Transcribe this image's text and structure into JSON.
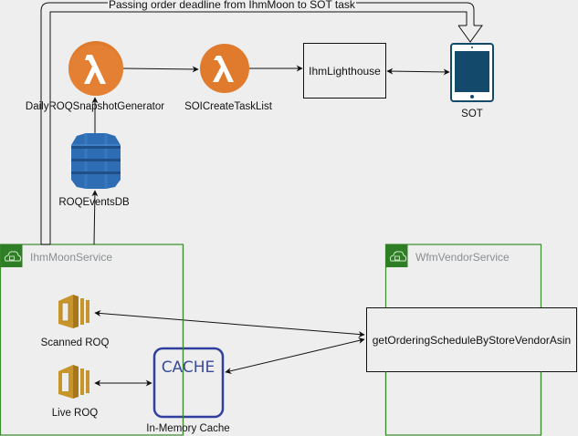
{
  "diagram": {
    "banner_label": "Passing order deadline from IhmMoon to SOT task",
    "colors": {
      "background": "#eeeeee",
      "lambda": "#e07b2e",
      "dynamodb": "#2e6db3",
      "ec2": "#c8952a",
      "cache": "#303f9f",
      "tablet": "#134a6b",
      "group_border": "#3c8c2e",
      "group_header": "#2f7d25"
    },
    "nodes": {
      "daily_snapshot": {
        "label": "DailyROQSnapshotGenerator",
        "icon": "lambda-icon"
      },
      "soi_create": {
        "label": "SOICreateTaskList",
        "icon": "lambda-icon"
      },
      "lighthouse": {
        "label": "IhmLighthouse"
      },
      "sot": {
        "label": "SOT",
        "icon": "tablet-icon"
      },
      "events_db": {
        "label": "ROQEventsDB",
        "icon": "dynamodb-icon"
      },
      "scanned_roq": {
        "label": "Scanned ROQ",
        "icon": "ec2-icon"
      },
      "live_roq": {
        "label": "Live ROQ",
        "icon": "ec2-icon"
      },
      "cache": {
        "label": "In-Memory Cache",
        "icon_text": "CACHE"
      },
      "schedule_api": {
        "label": "getOrderingScheduleByStoreVendorAsin"
      }
    },
    "groups": {
      "ihm_moon": {
        "title": "IhmMoonService",
        "icon": "cloud-lock-icon"
      },
      "wfm_vendor": {
        "title": "WfmVendorService",
        "icon": "cloud-lock-icon"
      }
    },
    "edges": [
      {
        "from": "daily_snapshot",
        "to": "soi_create",
        "direction": "forward"
      },
      {
        "from": "soi_create",
        "to": "lighthouse",
        "direction": "forward"
      },
      {
        "from": "lighthouse",
        "to": "sot",
        "direction": "both"
      },
      {
        "from": "events_db",
        "to": "daily_snapshot",
        "direction": "forward"
      },
      {
        "from": "ihm_moon",
        "to": "events_db",
        "direction": "forward"
      },
      {
        "from": "scanned_roq",
        "to": "schedule_api",
        "direction": "both"
      },
      {
        "from": "live_roq",
        "to": "cache",
        "direction": "both"
      },
      {
        "from": "cache",
        "to": "schedule_api",
        "direction": "both"
      },
      {
        "from": "ihm_moon",
        "to": "sot",
        "direction": "forward",
        "label": "Passing order deadline from IhmMoon to SOT task"
      }
    ]
  }
}
